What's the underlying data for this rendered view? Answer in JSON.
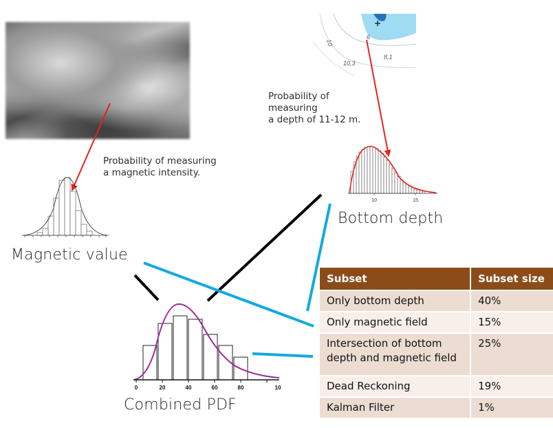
{
  "magnetic_caption_line1": "Probability of measuring",
  "magnetic_caption_line2": "a magnetic intensity.",
  "depth_caption_line1": "Probability of",
  "depth_caption_line2": "measuring",
  "depth_caption_line3": "a depth of 11-12 m.",
  "magnetic_value_label": "Magnetic value",
  "bottom_depth_label": "Bottom depth",
  "combined_pdf_label": "Combined PDF",
  "map_soundings": [
    "10",
    "6",
    "10,3",
    "8,1"
  ],
  "depth_hist_ticks": [
    "10",
    "15"
  ],
  "combined_hist_ticks": [
    "0",
    "20",
    "40",
    "60",
    "80",
    "10"
  ],
  "table": {
    "headers": [
      "Subset",
      "Subset size"
    ],
    "rows": [
      {
        "subset": "Only bottom depth",
        "size": "40%"
      },
      {
        "subset": "Only magnetic field",
        "size": "15%"
      },
      {
        "subset_line1": "Intersection of bottom",
        "subset_line2": "depth and magnetic field",
        "size": "25%"
      },
      {
        "subset": "Dead Reckoning",
        "size": "19%"
      },
      {
        "subset": "Kalman Filter",
        "size": "1%"
      }
    ]
  },
  "colors": {
    "header_bg": "#8b4c1a",
    "row_odd": "#ecdcd2",
    "row_even": "#f6efea",
    "arrow_red": "#e8201c",
    "line_blue": "#14a9e0",
    "pdf_purple": "#9a2c9a",
    "map_water": "#9fdcf3"
  }
}
